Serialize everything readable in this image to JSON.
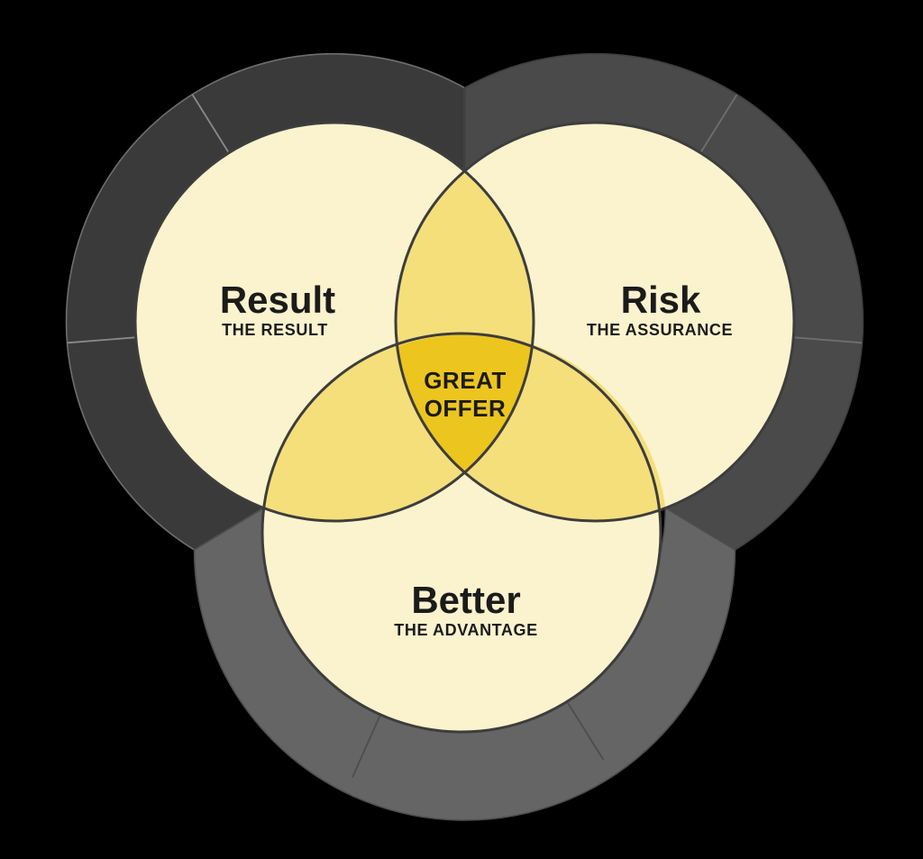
{
  "diagram": {
    "type": "venn-3-with-segmented-rings",
    "center": {
      "line1": "GREAT",
      "line2": "OFFER"
    },
    "sets": [
      {
        "id": "result",
        "title": "Result",
        "subtitle": "THE RESULT"
      },
      {
        "id": "risk",
        "title": "Risk",
        "subtitle": "THE ASSURANCE"
      },
      {
        "id": "better",
        "title": "Better",
        "subtitle": "THE ADVANTAGE"
      }
    ],
    "colors": {
      "background": "#000000",
      "circle_fill": "#faf3cd",
      "pair_overlap_fill": "#f5df7b",
      "center_fill": "#ecc51f",
      "circle_stroke": "#3d3d3d",
      "ring_result": "#3a3a3a",
      "ring_risk": "#4a4a4a",
      "ring_better": "#656565",
      "text": "#1b1b1b"
    }
  }
}
